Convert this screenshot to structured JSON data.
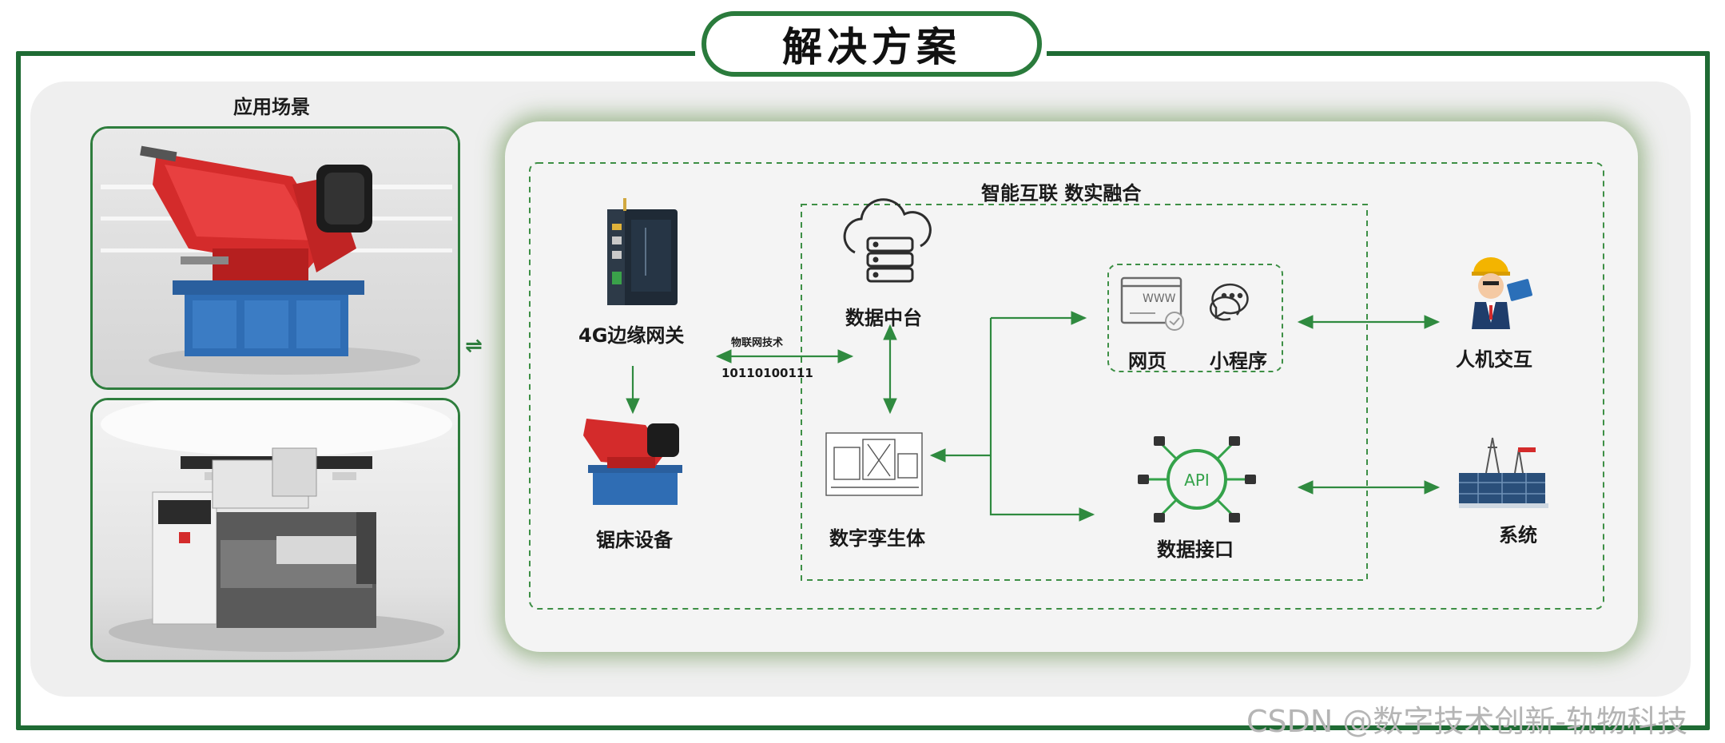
{
  "title": "解决方案",
  "scene": {
    "label": "应用场景"
  },
  "solution": {
    "heading": "智能互联  数实融合",
    "gateway": "4G边缘网关",
    "iot_tech": "物联网技术",
    "binary": "10110100111",
    "saw_device": "锯床设备",
    "data_platform": "数据中台",
    "digital_twin": "数字孪生体",
    "web_page": "网页",
    "mini_program": "小程序",
    "www_text": "WWW",
    "api_text": "API",
    "data_interface": "数据接口",
    "human_interaction": "人机交互",
    "system": "系统"
  },
  "watermark": "CSDN @数字技术创新-轨物科技",
  "colors": {
    "frame": "#1f6b34",
    "accent": "#2e7d3d",
    "arrow": "#2f8a3f",
    "panel": "#efefef",
    "inner_panel": "#f4f4f4",
    "machine_red": "#d42b2b",
    "machine_blue": "#2f6db4"
  }
}
